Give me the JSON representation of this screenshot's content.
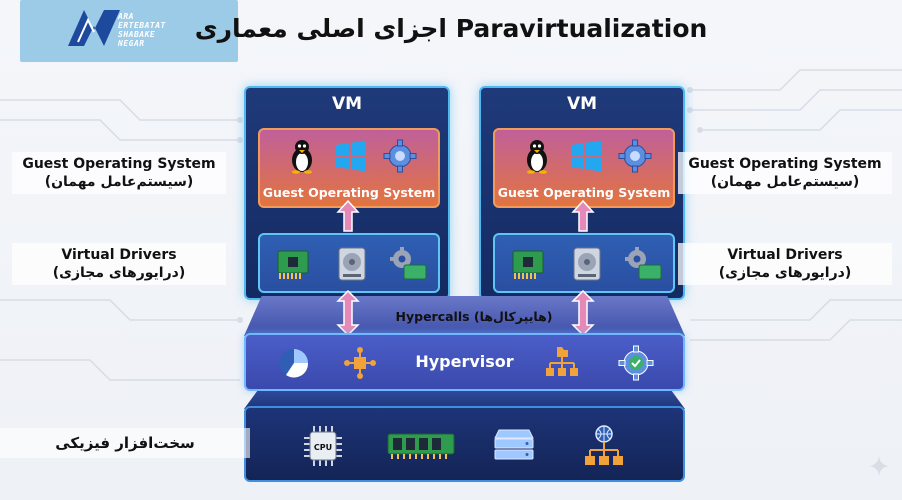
{
  "logo": {
    "line1": "ARA",
    "line2": "ERTEBATAT",
    "line3": "SHABAKE",
    "line4": "NEGAR"
  },
  "title": "اجزای اصلی معماری Paravirtualization",
  "vm_left": {
    "title": "VM",
    "guest_label": "Guest Operating System"
  },
  "vm_right": {
    "title": "VM",
    "guest_label": "Guest Operating System"
  },
  "hypercalls_label": "Hypercalls (هایپرکال‌ها)",
  "hypervisor_label": "Hypervisor",
  "hardware": {
    "label": "سخت‌افزار فیزیکی",
    "cpu_text": "CPU"
  },
  "left_labels": {
    "guest_en": "Guest Operating System",
    "guest_fa": "(سیستم‌عامل مهمان)",
    "drivers_en": "Virtual Drivers",
    "drivers_fa": "(درایورهای مجازی)"
  },
  "right_labels": {
    "guest_en": "Guest Operating System",
    "guest_fa": "(سیستم‌عامل مهمان)",
    "drivers_en": "Virtual Drivers",
    "drivers_fa": "(درایورهای مجازی)"
  },
  "colors": {
    "vm_bg": "#1f3a7a",
    "guest_gradient_top": "#c0609a",
    "guest_gradient_bottom": "#e2743f",
    "drivers_bg": "#2f5fb4",
    "hypervisor_bg": "#4b5ec8",
    "hardware_bg": "#1d3478",
    "accent": "#4fb8f0",
    "arrow_fill": "#e58ab8"
  },
  "icons": {
    "guest": [
      "linux-tux-icon",
      "windows-icon",
      "gear-icon"
    ],
    "drivers": [
      "network-card-icon",
      "hard-drive-icon",
      "gear-card-icon"
    ],
    "hypervisor": [
      "pie-chart-icon",
      "network-nodes-icon",
      "folder-hierarchy-icon",
      "gear-check-icon"
    ],
    "hardware": [
      "cpu-icon",
      "ram-icon",
      "storage-icon",
      "network-globe-icon"
    ]
  }
}
